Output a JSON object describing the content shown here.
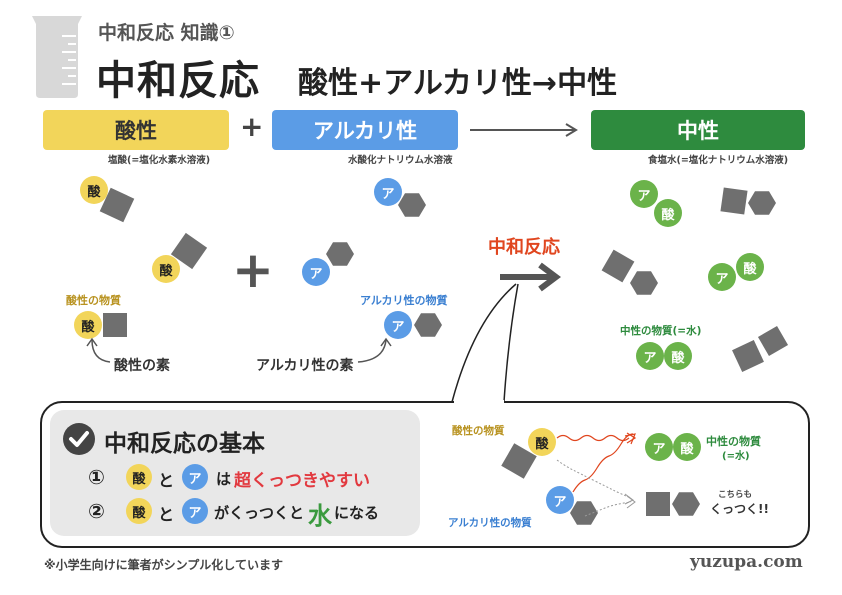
{
  "header": {
    "subtitle": "中和反応 知識①",
    "title": "中和反応",
    "equation": "酸性+アルカリ性→中性"
  },
  "top_boxes": {
    "acid": {
      "label": "酸性",
      "note": "塩酸(=塩化水素水溶液)",
      "color": "#f2d55a"
    },
    "plus": "+",
    "alkali": {
      "label": "アルカリ性",
      "note": "水酸化ナトリウム水溶液",
      "color": "#5b9ce6"
    },
    "neutral": {
      "label": "中性",
      "note": "食塩水(=塩化ナトリウム水溶液)",
      "color": "#2e8b3e"
    }
  },
  "particles": {
    "acid_char": "酸",
    "alkali_char": "ア"
  },
  "labels": {
    "acid_substance": "酸性の物質",
    "alkali_substance": "アルカリ性の物質",
    "acid_element": "酸性の素",
    "alkali_element": "アルカリ性の素",
    "neutralization": "中和反応",
    "neutral_substance": "中性の物質(=水)",
    "big_plus": "+"
  },
  "basics": {
    "heading": "中和反応の基本",
    "num1": "①",
    "num2": "②",
    "to": "と",
    "line1_mid": "は",
    "line1_emph": "超くっつきやすい",
    "line2_a": "がくっつくと",
    "line2_water": "水",
    "line2_b": "になる"
  },
  "detail": {
    "acid_substance": "酸性の物質",
    "alkali_substance": "アルカリ性の物質",
    "neutral_substance": "中性の物質",
    "neutral_water": "(=水)",
    "kochiramo": "こちらも",
    "kuttsuku": "くっつく!!"
  },
  "footer": {
    "note": "※小学生向けに筆者がシンプル化しています",
    "site": "yuzupa.com"
  }
}
